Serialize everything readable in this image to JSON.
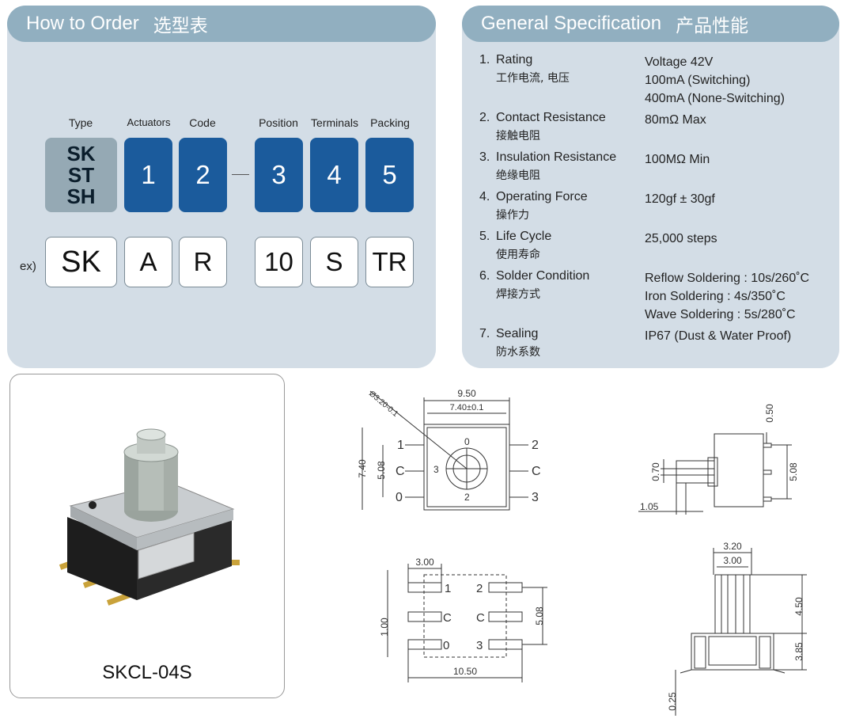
{
  "order": {
    "title": "How to Order",
    "title_cn": "选型表",
    "labels": {
      "type": "Type",
      "actuators": "Actuators",
      "code": "Code",
      "position": "Position",
      "terminals": "Terminals",
      "packing": "Packing"
    },
    "type_codes": [
      "SK",
      "ST",
      "SH"
    ],
    "slots": [
      "1",
      "2",
      "3",
      "4",
      "5"
    ],
    "example_label": "ex)",
    "example": {
      "type": "SK",
      "actuators": "A",
      "code": "R",
      "position": "10",
      "terminals": "S",
      "packing": "TR"
    }
  },
  "spec": {
    "title": "General Specification",
    "title_cn": "产品性能",
    "rows": [
      {
        "num": "1.",
        "name": "Rating",
        "cn": "工作电流, 电压",
        "values": [
          "Voltage 42V",
          "100mA (Switching)",
          "400mA (None-Switching)"
        ]
      },
      {
        "num": "2.",
        "name": "Contact Resistance",
        "cn": "接触电阻",
        "values": [
          "80mΩ  Max"
        ]
      },
      {
        "num": "3.",
        "name": "Insulation Resistance",
        "cn": "绝缘电阻",
        "values": [
          "100MΩ  Min"
        ]
      },
      {
        "num": "4.",
        "name": "Operating Force",
        "cn": "操作力",
        "values": [
          "120gf ± 30gf"
        ]
      },
      {
        "num": "5.",
        "name": "Life Cycle",
        "cn": "使用寿命",
        "values": [
          "25,000 steps"
        ]
      },
      {
        "num": "6.",
        "name": "Solder Condition",
        "cn": "焊接方式",
        "values": [
          "Reflow Soldering  : 10s/260˚C",
          "Iron Soldering : 4s/350˚C",
          "Wave Soldering : 5s/280˚C"
        ]
      },
      {
        "num": "7.",
        "name": "Sealing",
        "cn": "防水系数",
        "values": [
          "IP67 (Dust & Water Proof)"
        ]
      }
    ]
  },
  "product": {
    "model": "SKCL-04S"
  },
  "drawings": {
    "top": {
      "d_width": "9.50",
      "d_inner": "7.40±0.1",
      "d_shaft": "Ø3.20-0.1",
      "d_height": "7.40",
      "d_pitch": "5.08",
      "pins_left": [
        "1",
        "C",
        "0"
      ],
      "pins_right": [
        "2",
        "C",
        "3"
      ],
      "dial": [
        "0",
        "3",
        "2"
      ]
    },
    "side": {
      "d_top": "0.50",
      "d_pitch": "5.08",
      "d_pin": "0.70",
      "d_shaft": "1.05"
    },
    "footprint": {
      "d_pad": "3.00",
      "d_gap": "1.00",
      "d_pitch": "5.08",
      "d_width": "10.50",
      "labels_left": [
        "1",
        "C",
        "0"
      ],
      "labels_right": [
        "2",
        "C",
        "3"
      ]
    },
    "front": {
      "d_outer": "3.20",
      "d_inner": "3.00",
      "d_shaft": "4.50",
      "d_body": "3.85",
      "d_base": "0.25"
    }
  }
}
